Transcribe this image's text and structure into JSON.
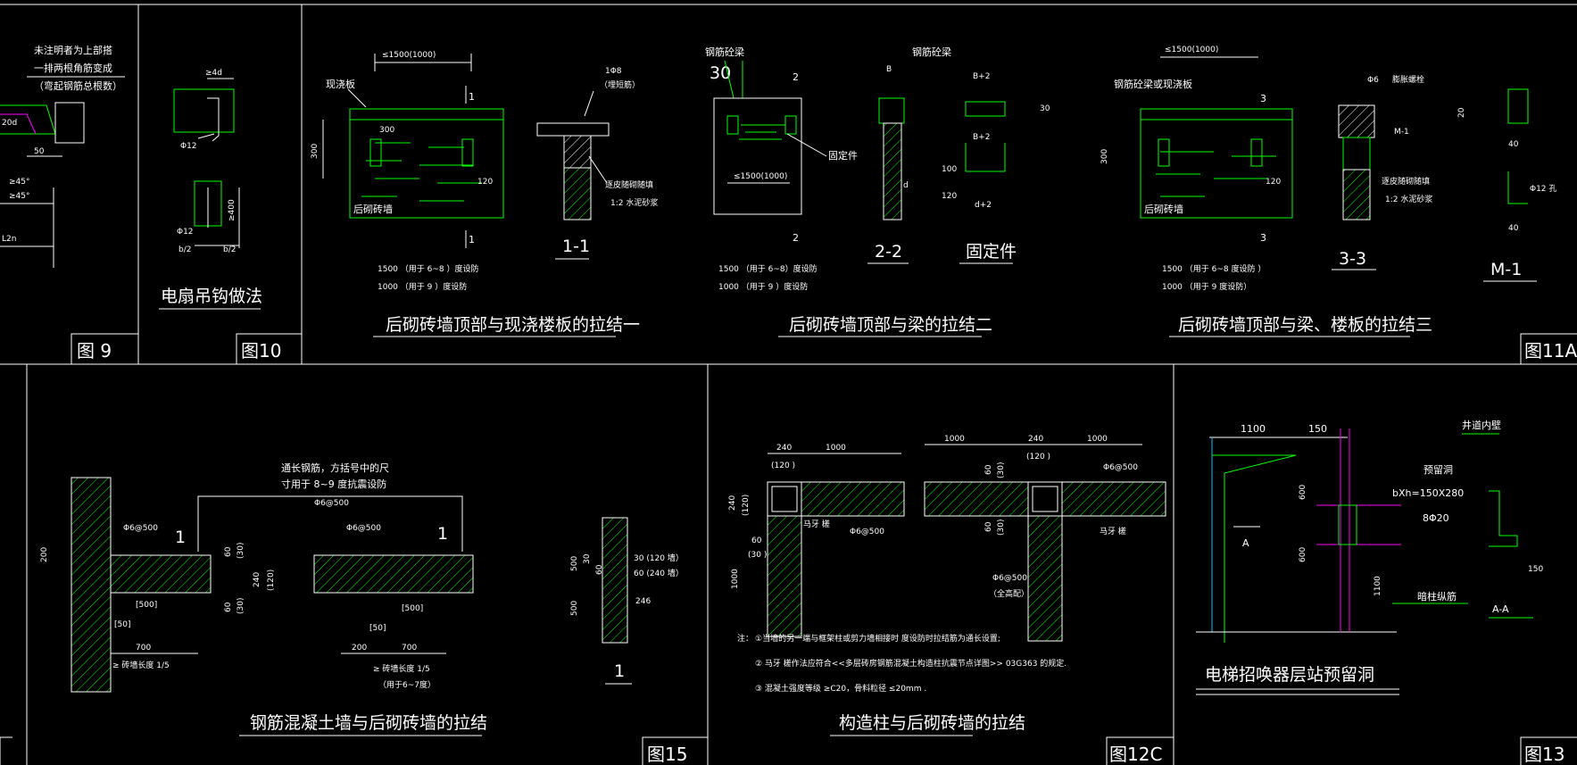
{
  "colors": {
    "background": "#000000",
    "line": "#ffffff",
    "structure": "#00ff00",
    "rebar": "#ffff00",
    "hole": "#ff00ff",
    "dimension_aux": "#00c8ff"
  },
  "fig9": {
    "label": "图 9",
    "note1": "未注明者为上部搭",
    "note2": "一排两根角筋变成",
    "note3": "（弯起钢筋总根数）",
    "dim_50": "50",
    "angle1": "≥45°",
    "angle2": "≥45°",
    "dim_20d": "20d",
    "dim_l2n": "L2n"
  },
  "fig10": {
    "label": "图10",
    "title": "电扇吊钩做法",
    "dim_top": "≥4d",
    "bar1": "Φ12",
    "bar2": "Φ12",
    "dim_b2a": "b/2",
    "dim_b2b": "b/2",
    "dim_side": "≥400"
  },
  "fig11a": {
    "label": "图11A",
    "s1": {
      "title": "后砌砖墙顶部与现浇楼板的拉结一",
      "dim_top": "≤1500(1000)",
      "slab": "现浇板",
      "dim_300a": "300",
      "dim_300b": "300",
      "dim_120": "120",
      "wall": "后砌砖墙",
      "cut": "1",
      "note1": "1500   （用于  6~8 ）度设防",
      "note2": "1000   （用于  9 ）度设防",
      "sec_bar": "1Φ8",
      "sec_bar2": "（埋短筋）",
      "sec_note1": "逐皮随砌随填",
      "sec_note2": "1:2  水泥砂浆",
      "sec_label": "1-1"
    },
    "s2": {
      "title": "后砌砖墙顶部与梁的拉结二",
      "beam": "钢筋砼梁",
      "dim_30": "30",
      "fix": "固定件",
      "dim_1500": "≤1500(1000)",
      "cut": "2",
      "note1": "1500   （用于  6~8）度设防",
      "note2": "1000   （用于  9 ）度设防",
      "sec_beam": "钢筋砼梁",
      "sec_b": "B",
      "sec_d": "d",
      "sec_label": "2-2",
      "fix_b2a": "B+2",
      "fix_b2b": "B+2",
      "fix_d2": "d+2",
      "fix_30": "30",
      "fix_100": "100",
      "fix_120": "120",
      "fix_label": "固定件"
    },
    "s3": {
      "title": "后砌砖墙顶部与梁、楼板的拉结三",
      "dim_top": "≤1500(1000)",
      "beam": "钢筋砼梁或现浇板",
      "dim_300": "300",
      "dim_120": "120",
      "wall": "后砌砖墙",
      "cut": "3",
      "note1": "1500   （用于  6~8   度设防    ）",
      "note2": "1000   （用于  9  度设防）",
      "sec_bar": "Φ6",
      "sec_bar2": "膨胀螺栓",
      "sec_m1": "M-1",
      "sec_note1": "逐皮随砌随填",
      "sec_note2": "1:2  水泥砂浆",
      "sec_label": "3-3"
    },
    "m1": {
      "dim_20": "20",
      "dim_40a": "40",
      "dim_40b": "40",
      "hole": "Φ12 孔",
      "label": "M-1"
    }
  },
  "fig15": {
    "label": "图15",
    "title": "钢筋混凝土墙与后砌砖墙的拉结",
    "note1": "通长钢筋，方括号中的尺",
    "note2": "寸用于  8~9 度抗震设防",
    "bar1": "Φ6@500",
    "bar2": "Φ6@500",
    "bar3": "Φ6@500",
    "cut": "1",
    "dim_200": "200",
    "dim_500a": "[500]",
    "dim_500b": "[500]",
    "dim_50a": "[50]",
    "dim_50b": "[50]",
    "dim_700a": "700",
    "dim_700b": "700",
    "dim_200b": "200",
    "len1": "≥ 砖墙长度  1/5",
    "len2": "≥ 砖墙长度   1/5",
    "len3": "（用于6~7度）",
    "dim_60a": "60",
    "dim_30a": "(30)",
    "dim_240": "240",
    "dim_120": "(120)",
    "dim_60b": "60",
    "dim_30b": "(30)",
    "sec_500a": "500",
    "sec_500b": "500",
    "sec_30": "30",
    "sec_60": "60",
    "sec_r1": "30   (120   墙）",
    "sec_r2": "60   (240   墙）",
    "sec_246": "246",
    "sec_label": "1"
  },
  "fig12c": {
    "label": "图12C",
    "title": "构造柱与后砌砖墙的拉结",
    "dim_240": "240",
    "dim_1000": "1000",
    "dim_120": "(120 )",
    "dim_side240": "240",
    "dim_side120": "(120)",
    "dim_60": "60",
    "dim_30": "(30 )",
    "dim_1000v": "1000",
    "horse": "马牙 槎",
    "bar": "Φ6@500",
    "r_dim1": "1000",
    "r_dim2": "240",
    "r_dim3": "1000",
    "r_dim120": "(120 )",
    "r_bar": "Φ6@500",
    "r_horse": "马牙 槎",
    "r_bar2": "Φ6@500",
    "r_full": "（全高配）",
    "r_60a": "60",
    "r_30a": "(30)",
    "r_60b": "60",
    "r_30b": "(30)",
    "note_head": "注：",
    "note1": "①当墙的另一端与框架柱或剪力墙相接时       度设防时拉结筋为通长设置;",
    "note2": "②  马牙 槎作法应符合<<多层砖房钢筋混凝土构造柱抗震节点详图>>          03G363   的规定.",
    "note3": "③  混凝土强度等级       ≥C20，骨料粒径    ≤20mm   ."
  },
  "fig13": {
    "label": "图13",
    "title": "电梯招唤器层站预留洞",
    "dim_1100": "1100",
    "dim_150": "150",
    "dim_600a": "600",
    "dim_600b": "600",
    "dim_1100v": "1100",
    "sec_a": "A",
    "wall": "井道内壁",
    "hole": "预留洞",
    "hole_size": "bXh=150X280",
    "bar": "8Φ20",
    "col": "暗柱纵筋",
    "dim_150b": "150",
    "sec_label": "A-A"
  }
}
